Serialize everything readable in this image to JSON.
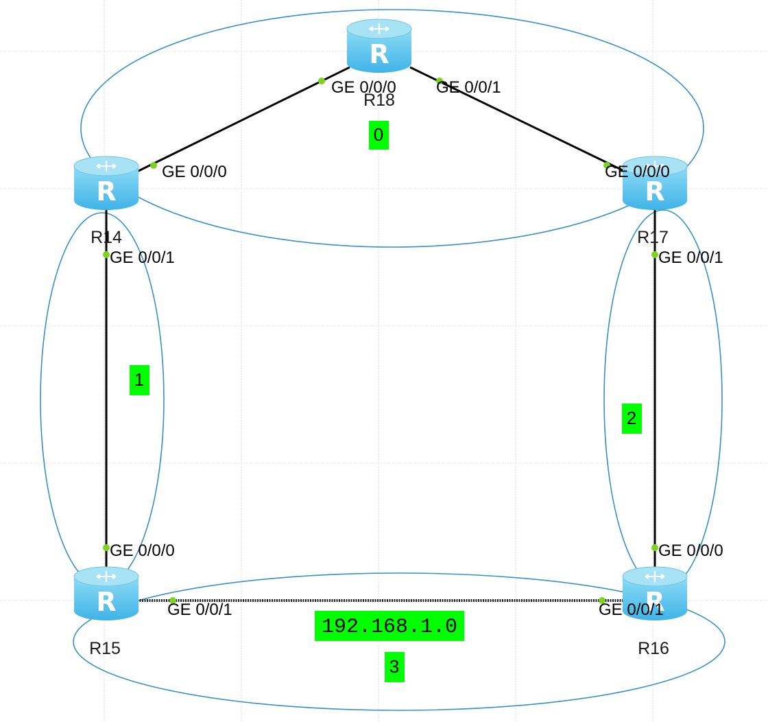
{
  "routers": [
    {
      "id": "R18",
      "label": "R18",
      "icon_letter": "R"
    },
    {
      "id": "R14",
      "label": "R14",
      "icon_letter": "R"
    },
    {
      "id": "R17",
      "label": "R17",
      "icon_letter": "R"
    },
    {
      "id": "R15",
      "label": "R15",
      "icon_letter": "R"
    },
    {
      "id": "R16",
      "label": "R16",
      "icon_letter": "R"
    }
  ],
  "ports": {
    "r18_left": "GE 0/0/0",
    "r18_right": "GE 0/0/1",
    "r14_top": "GE 0/0/0",
    "r14_bottom": "GE 0/0/1",
    "r17_top": "GE 0/0/0",
    "r17_bottom": "GE 0/0/1",
    "r15_top": "GE 0/0/0",
    "r15_right": "GE 0/0/1",
    "r16_top": "GE 0/0/0",
    "r16_left": "GE 0/0/1"
  },
  "areas": [
    {
      "id": "area0",
      "label": "0"
    },
    {
      "id": "area1",
      "label": "1"
    },
    {
      "id": "area2",
      "label": "2"
    },
    {
      "id": "area3",
      "label": "3"
    }
  ],
  "network_label": "192.168.1.0",
  "colors": {
    "area_outline": "#3a8fc6",
    "label_highlight": "#00ff00",
    "port_dot": "#7ed321",
    "router": "#6fcbef"
  }
}
